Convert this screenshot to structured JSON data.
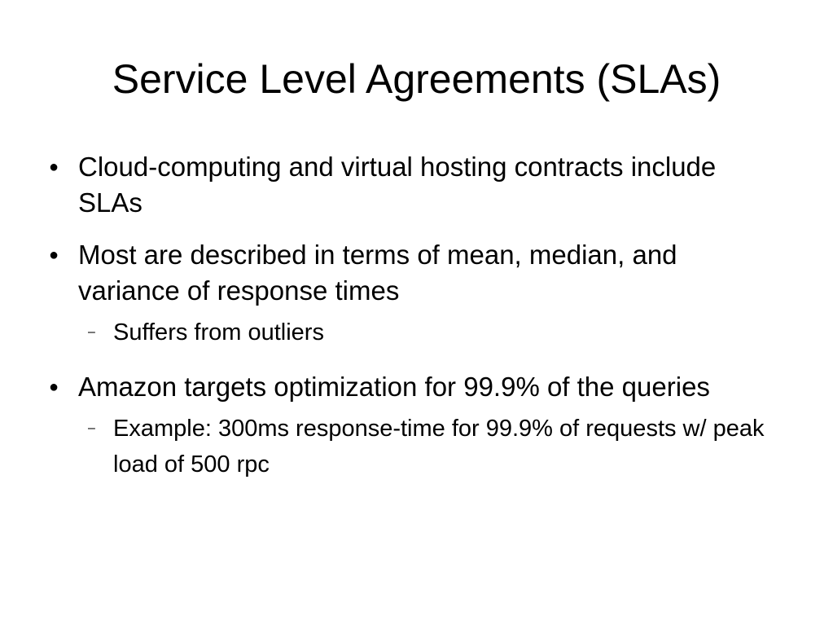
{
  "slide": {
    "title": "Service Level Agreements (SLAs)",
    "bullet_marker": "●",
    "sub_marker": "–",
    "items": [
      {
        "text": "Cloud-computing and virtual hosting contracts include SLAs"
      },
      {
        "text": "Most are described in terms of mean, median, and variance of response times",
        "sub": "Suffers from outliers"
      },
      {
        "text": "Amazon targets optimization for 99.9% of the queries",
        "sub": "Example: 300ms response-time for 99.9% of requests w/ peak load of 500 rpc"
      }
    ]
  }
}
